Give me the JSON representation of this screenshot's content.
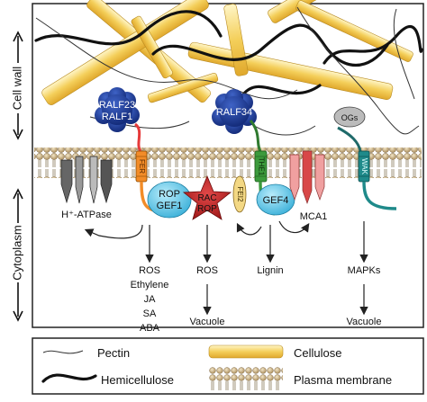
{
  "side_labels": {
    "cell_wall": "Cell wall",
    "cytoplasm": "Cytoplasm"
  },
  "receptors": {
    "fer": "FER",
    "the1": "THE1",
    "wak": "WAK",
    "fei2": "FEI2",
    "mca1": "MCA1"
  },
  "ligands": {
    "ralf_left_top": "RALF23",
    "ralf_left_bottom": "RALF1",
    "ralf34": "RALF34",
    "ogs": "OGs"
  },
  "proteins": {
    "rop_gef1_top": "ROP",
    "rop_gef1_bottom": "GEF1",
    "rac_rop_top": "RAC",
    "rac_rop_bottom": "ROP",
    "gef4": "GEF4",
    "atpase": "H⁺-ATPase"
  },
  "outputs": {
    "fer_list": [
      "ROS",
      "Ethylene",
      "JA",
      "SA",
      "ABA"
    ],
    "ros": "ROS",
    "vacuole_mid": "Vacuole",
    "lignin": "Lignin",
    "mapks": "MAPKs",
    "vacuole_right": "Vacuole"
  },
  "legend": {
    "pectin": "Pectin",
    "hemicellulose": "Hemicellulose",
    "cellulose": "Cellulose",
    "plasma_membrane": "Plasma membrane"
  },
  "colors": {
    "ralf_blue": "#1f3f9e",
    "cellulose": "#f6d56a",
    "membrane_head": "#d8c39b",
    "fer_orange": "#f28c28",
    "the1_green": "#3c9a3c",
    "wak_teal": "#1f8a8a",
    "cyan_protein": "#47c3e6",
    "rac_red": "#c0282a",
    "mca_pink": "#f0a0a0"
  }
}
